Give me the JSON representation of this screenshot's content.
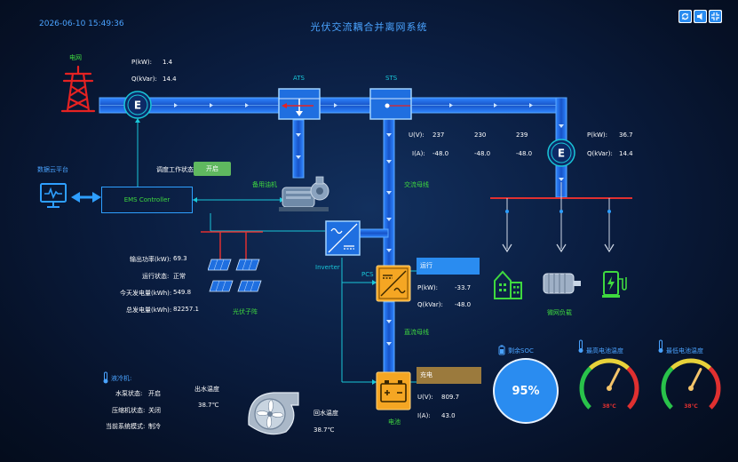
{
  "header": {
    "datetime": "2026-06-10 15:49:36",
    "title": "光伏交流耦合并离网系统"
  },
  "toolbar": {
    "refresh_icon": "refresh-icon",
    "sound_icon": "speaker-icon",
    "fullscreen_icon": "fullscreen-icon"
  },
  "grid": {
    "label": "电网",
    "p_label": "P(kW):",
    "p_value": "1.4",
    "q_label": "Q(kVar):",
    "q_value": "14.4"
  },
  "ats": {
    "label": "ATS"
  },
  "sts": {
    "label": "STS"
  },
  "phase": {
    "u_label": "U(V):",
    "u_values": [
      "237",
      "230",
      "239"
    ],
    "i_label": "I(A):",
    "i_values": [
      "-48.0",
      "-48.0",
      "-48.0"
    ]
  },
  "load_meter": {
    "p_label": "P(kW):",
    "p_value": "36.7",
    "q_label": "Q(kVar):",
    "q_value": "14.4"
  },
  "ac_bus": {
    "label": "交流母线"
  },
  "dc_bus": {
    "label": "直流母线"
  },
  "cloud": {
    "label": "数据云平台"
  },
  "ems": {
    "dispatch_label": "调度工作状态",
    "dispatch_button": "开启",
    "controller_label": "EMS Controller"
  },
  "generator": {
    "label": "备用油机"
  },
  "inverter": {
    "label": "Inverter",
    "rows": [
      {
        "label": "输出功率(kW):",
        "value": "69.3"
      },
      {
        "label": "运行状态:",
        "value": "正常"
      },
      {
        "label": "今天发电量(kWh):",
        "value": "549.8"
      },
      {
        "label": "总发电量(kWh):",
        "value": "82257.1"
      }
    ]
  },
  "pv": {
    "label": "光伏子阵"
  },
  "pcs": {
    "label": "PCS",
    "status": "运行",
    "p_label": "P(kW):",
    "p_value": "-33.7",
    "q_label": "Q(kVar):",
    "q_value": "-48.0"
  },
  "battery": {
    "label": "电池",
    "status": "充电",
    "u_label": "U(V):",
    "u_value": "809.7",
    "i_label": "I(A):",
    "i_value": "43.0"
  },
  "microgrid": {
    "label": "微网负载"
  },
  "cooling": {
    "title": "液冷机:",
    "rows": [
      {
        "label": "水泵状态:",
        "value": "开启"
      },
      {
        "label": "压缩机状态:",
        "value": "关闭"
      },
      {
        "label": "当前系统模式:",
        "value": "制冷"
      }
    ],
    "outlet_label": "出水温度",
    "outlet_value": "38.7℃",
    "return_label": "回水温度",
    "return_value": "38.7℃"
  },
  "soc": {
    "label": "剩余SOC",
    "value": "95%",
    "level": 0.95
  },
  "gauges": {
    "max_label": "最高电池温度",
    "max_value": "38℃",
    "max_level": 0.6,
    "min_label": "最低电池温度",
    "min_value": "38℃",
    "min_level": 0.6
  },
  "colors": {
    "accent": "#4aa3ff",
    "bus": "#1f6fe0",
    "green": "#3fd93f",
    "orange": "#f5a623",
    "alert": "#e02020"
  }
}
